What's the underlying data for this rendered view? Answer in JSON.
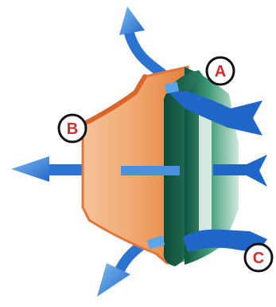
{
  "diagram": {
    "colors": {
      "arrow_blue": "#1f66c8",
      "arrow_light": "#5aa6e8",
      "orange_face": "#f0a46a",
      "orange_edge": "#e0763a",
      "green_dark": "#15624a",
      "green_mid": "#3f9a78",
      "green_light": "#a9d6c2",
      "callout_ring": "#111111",
      "callout_text": "#d62b2b"
    },
    "callouts": [
      {
        "id": "a",
        "label": "A"
      },
      {
        "id": "b",
        "label": "B"
      },
      {
        "id": "c",
        "label": "C"
      }
    ]
  }
}
